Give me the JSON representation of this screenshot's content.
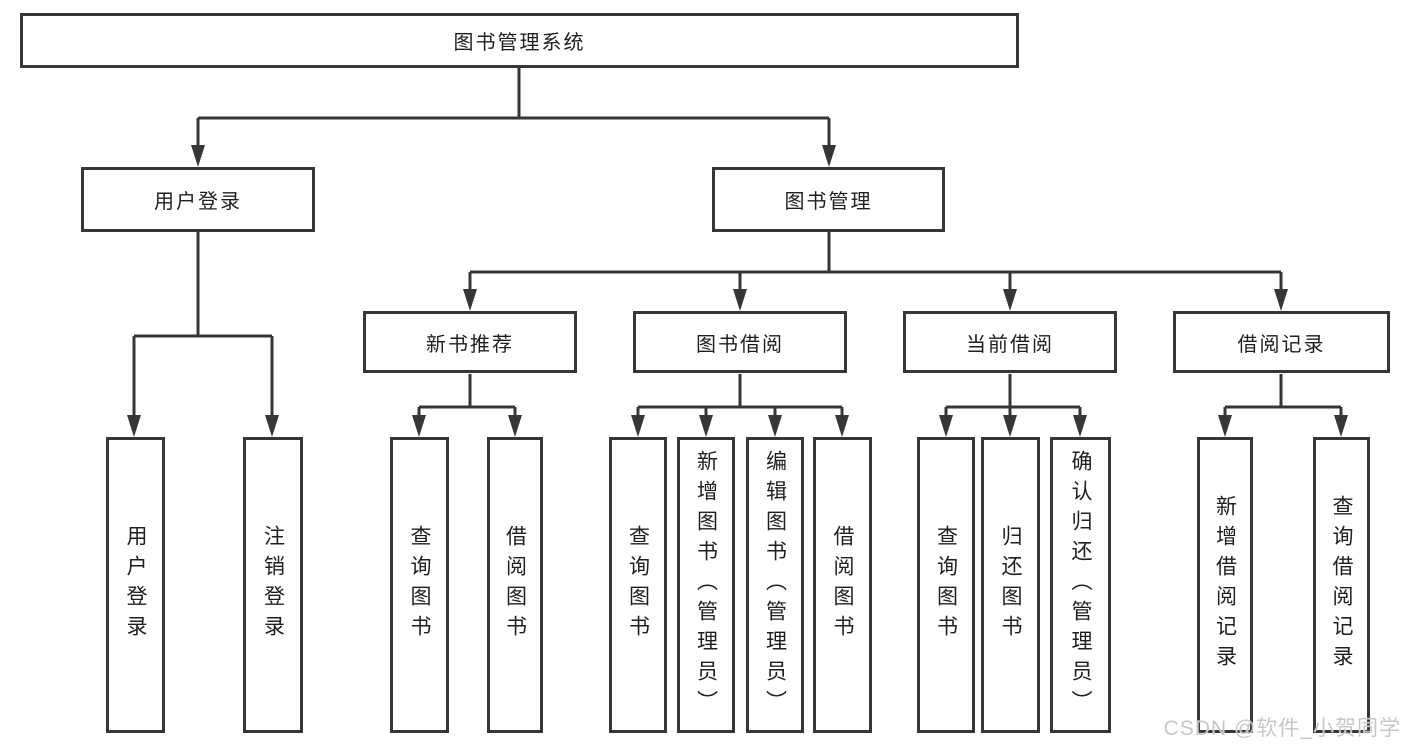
{
  "colors": {
    "line": "#363636",
    "text": "#1f1f1f",
    "background": "#ffffff",
    "watermark": "#c4c4c4"
  },
  "tree": {
    "root": "图书管理系统",
    "branches": [
      {
        "label": "用户登录",
        "children": [
          "用户登录",
          "注销登录"
        ]
      },
      {
        "label": "图书管理",
        "children": [
          {
            "label": "新书推荐",
            "children": [
              "查询图书",
              "借阅图书"
            ]
          },
          {
            "label": "图书借阅",
            "children": [
              "查询图书",
              "新增图书（管理员）",
              "编辑图书（管理员）",
              "借阅图书"
            ]
          },
          {
            "label": "当前借阅",
            "children": [
              "查询图书",
              "归还图书",
              "确认归还（管理员）"
            ]
          },
          {
            "label": "借阅记录",
            "children": [
              "新增借阅记录",
              "查询借阅记录"
            ]
          }
        ]
      }
    ]
  },
  "watermark": "CSDN @软件_小贺同学"
}
